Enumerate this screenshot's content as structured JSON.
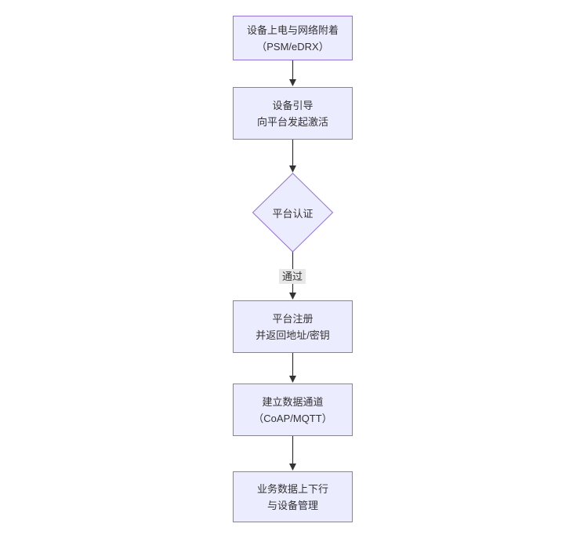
{
  "diagram": {
    "type": "flowchart",
    "direction": "top-down",
    "nodes": [
      {
        "id": "power-attach",
        "shape": "rect",
        "lines": [
          "设备上电与网络附着",
          "（PSM/eDRX）"
        ]
      },
      {
        "id": "bootstrap",
        "shape": "rect",
        "lines": [
          "设备引导",
          "向平台发起激活"
        ]
      },
      {
        "id": "platform-auth",
        "shape": "diamond",
        "lines": [
          "平台认证"
        ]
      },
      {
        "id": "platform-register",
        "shape": "rect",
        "lines": [
          "平台注册",
          "并返回地址/密钥"
        ]
      },
      {
        "id": "data-channel",
        "shape": "rect",
        "lines": [
          "建立数据通道",
          "（CoAP/MQTT）"
        ]
      },
      {
        "id": "business-data",
        "shape": "rect",
        "lines": [
          "业务数据上下行",
          "与设备管理"
        ]
      }
    ],
    "edges": [
      {
        "from": "power-attach",
        "to": "bootstrap",
        "label": ""
      },
      {
        "from": "bootstrap",
        "to": "platform-auth",
        "label": ""
      },
      {
        "from": "platform-auth",
        "to": "platform-register",
        "label": "通过"
      },
      {
        "from": "platform-register",
        "to": "data-channel",
        "label": ""
      },
      {
        "from": "data-channel",
        "to": "business-data",
        "label": ""
      }
    ],
    "colors": {
      "node_fill": "#ECECFF",
      "node_border": "#9370DB",
      "text": "#333333",
      "arrow": "#333333",
      "edge_label_bg": "#e8e8e8",
      "background": "#ffffff"
    }
  }
}
